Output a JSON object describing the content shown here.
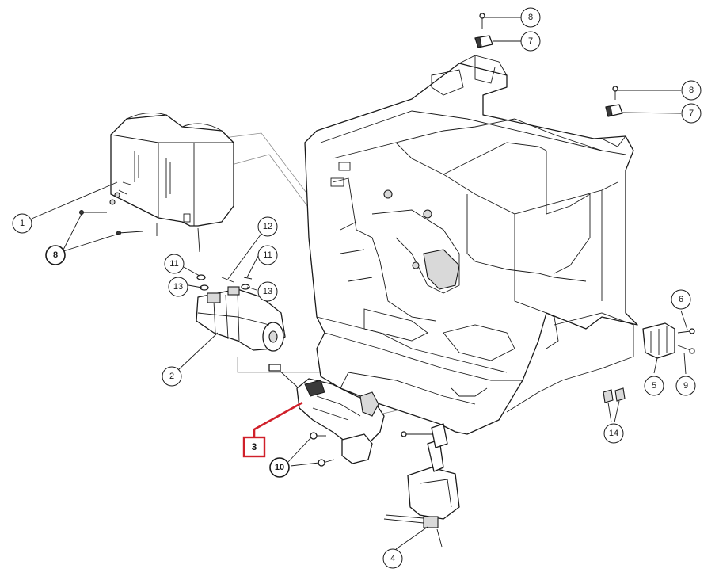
{
  "diagram": {
    "callouts": [
      {
        "id": "c8a",
        "label": "8"
      },
      {
        "id": "c7a",
        "label": "7"
      },
      {
        "id": "c8b",
        "label": "8"
      },
      {
        "id": "c7b",
        "label": "7"
      },
      {
        "id": "c1",
        "label": "1"
      },
      {
        "id": "c8c",
        "label": "8"
      },
      {
        "id": "c12",
        "label": "12"
      },
      {
        "id": "c11a",
        "label": "11"
      },
      {
        "id": "c11b",
        "label": "11"
      },
      {
        "id": "c13a",
        "label": "13"
      },
      {
        "id": "c13b",
        "label": "13"
      },
      {
        "id": "c2",
        "label": "2"
      },
      {
        "id": "c6",
        "label": "6"
      },
      {
        "id": "c5",
        "label": "5"
      },
      {
        "id": "c9",
        "label": "9"
      },
      {
        "id": "c14",
        "label": "14"
      },
      {
        "id": "c10",
        "label": "10"
      },
      {
        "id": "c4",
        "label": "4"
      }
    ],
    "highlighted_part": {
      "label": "3",
      "color": "#d0202a"
    }
  }
}
